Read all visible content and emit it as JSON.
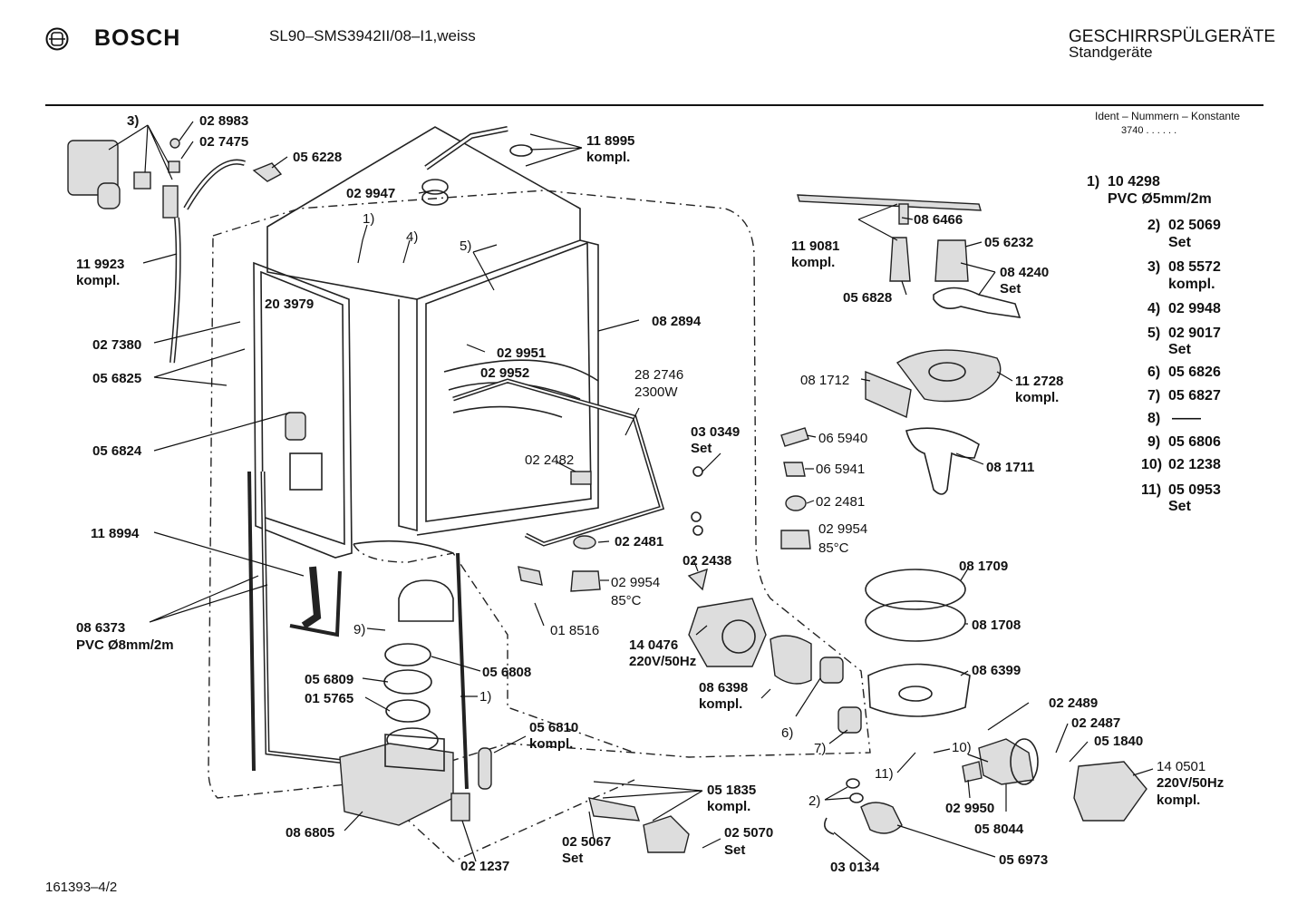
{
  "header": {
    "brand": "BOSCH",
    "model": "SL90–SMS3942II/08–I1,weiss",
    "category": "GESCHIRRSPÜLGERÄTE",
    "subcategory": "Standgeräte",
    "ident_label": "Ident – Nummern – Konstante",
    "ident_value": "3740 . . . . . ."
  },
  "footer": {
    "doc_id": "161393–4/2"
  },
  "legend": [
    {
      "num": "1)",
      "code": "10 4298",
      "desc": "PVC Ø5mm/2m"
    },
    {
      "num": "2)",
      "code": "02 5069",
      "desc": "Set"
    },
    {
      "num": "3)",
      "code": "08 5572",
      "desc": "kompl."
    },
    {
      "num": "4)",
      "code": "02 9948",
      "desc": ""
    },
    {
      "num": "5)",
      "code": "02 9017",
      "desc": "Set"
    },
    {
      "num": "6)",
      "code": "05 6826",
      "desc": ""
    },
    {
      "num": "7)",
      "code": "05 6827",
      "desc": ""
    },
    {
      "num": "8)",
      "code": "——",
      "desc": ""
    },
    {
      "num": "9)",
      "code": "05 6806",
      "desc": ""
    },
    {
      "num": "10)",
      "code": "02 1238",
      "desc": ""
    },
    {
      "num": "11)",
      "code": "05 0953",
      "desc": "Set"
    }
  ],
  "labels": {
    "p028983": "02 8983",
    "p027475": "02 7475",
    "n3": "3)",
    "p056228": "05 6228",
    "p118995": "11 8995",
    "kompl": "kompl.",
    "p029947": "02 9947",
    "n1": "1)",
    "n4": "4)",
    "n5": "5)",
    "p119923": "11 9923",
    "p203979": "20 3979",
    "p027380": "02 7380",
    "p056825": "05 6825",
    "p082894": "08 2894",
    "p029951": "02 9951",
    "p029952": "02 9952",
    "p282746": "28 2746",
    "w2300": "2300W",
    "p056824": "05 6824",
    "p030349": "03 0349",
    "set": "Set",
    "p022482": "02 2482",
    "p118994": "11 8994",
    "p022481": "02 2481",
    "p029954": "02 9954",
    "c85": "85°C",
    "p022438": "02 2438",
    "p086373": "08 6373",
    "pvc8": "PVC Ø8mm/2m",
    "p018516": "01 8516",
    "n9": "9)",
    "p056809": "05 6809",
    "p056808": "05 6808",
    "p015765": "01 5765",
    "p140476": "14 0476",
    "v220": "220V/50Hz",
    "p056810": "05 6810",
    "p086398": "08 6398",
    "n6": "6)",
    "n7": "7)",
    "p086805": "08 6805",
    "p051835": "05 1835",
    "p025067": "02 5067",
    "p025070": "02 5070",
    "p021237": "02 1237",
    "p086466": "08 6466",
    "p119081": "11 9081",
    "p056232": "05 6232",
    "p084240": "08 4240",
    "p056828": "05 6828",
    "p081712": "08 1712",
    "p112728": "11 2728",
    "p065940": "06 5940",
    "p065941": "06 5941",
    "p081711": "08 1711",
    "p081709": "08 1709",
    "p081708": "08 1708",
    "p086399": "08 6399",
    "p022489": "02 2489",
    "p022487": "02 2487",
    "p051840": "05 1840",
    "p140501": "14 0501",
    "n10": "10)",
    "n11": "11)",
    "n2": "2)",
    "p029950": "02 9950",
    "p058044": "05 8044",
    "p030134": "03 0134",
    "p056973": "05 6973"
  }
}
